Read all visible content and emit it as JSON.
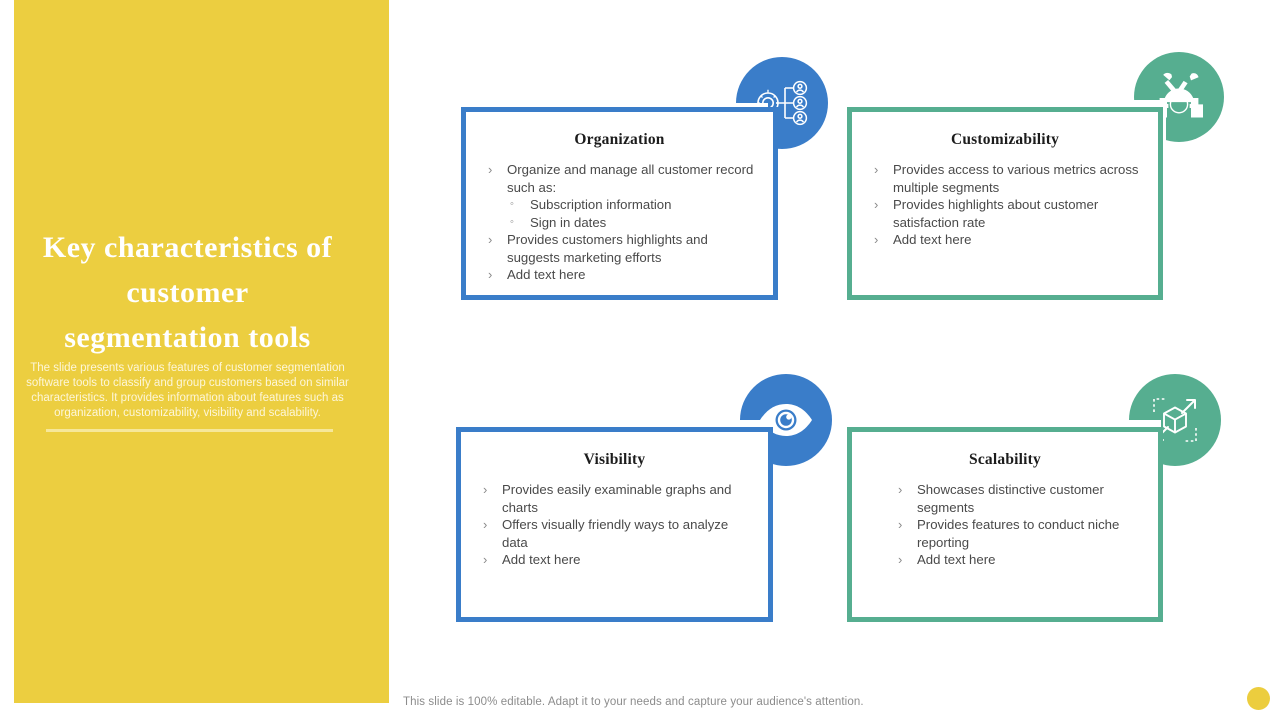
{
  "panel": {
    "title": "Key characteristics of customer segmentation tools",
    "title_lines": [
      "Key characteristics  of",
      "customer",
      "segmentation  tools"
    ],
    "description": "The slide presents various features of customer segmentation software tools to classify and group customers based on similar characteristics. It provides information about features such as organization, customizability, visibility and scalability.",
    "background_color": "#ECCE40",
    "title_color": "#FFFFFF"
  },
  "theme": {
    "blue": "#3A7DC9",
    "green": "#56AE90",
    "yellow": "#ECCE40",
    "text": "#4A4A4A"
  },
  "cards": [
    {
      "id": "organization",
      "title": "Organization",
      "accent": "#3A7DC9",
      "icon": "organization-chart-icon",
      "bullets": [
        {
          "level": 1,
          "marker": "›",
          "text": "Organize and manage all customer record such as:"
        },
        {
          "level": 2,
          "marker": "◦",
          "text": "Subscription information"
        },
        {
          "level": 2,
          "marker": "◦",
          "text": "Sign in dates"
        },
        {
          "level": 1,
          "marker": "›",
          "text": "Provides customers highlights and suggests marketing efforts"
        },
        {
          "level": 1,
          "marker": "›",
          "text": "Add text here"
        }
      ]
    },
    {
      "id": "customizability",
      "title": "Customizability",
      "accent": "#56AE90",
      "icon": "gear-tools-icon",
      "bullets": [
        {
          "level": 1,
          "marker": "›",
          "text": "Provides access to various metrics across multiple segments"
        },
        {
          "level": 1,
          "marker": "›",
          "text": "Provides highlights about customer satisfaction rate"
        },
        {
          "level": 1,
          "marker": "›",
          "text": "Add text here"
        }
      ]
    },
    {
      "id": "visibility",
      "title": "Visibility",
      "accent": "#3A7DC9",
      "icon": "eye-icon",
      "bullets": [
        {
          "level": 1,
          "marker": "›",
          "text": "Provides easily examinable graphs and charts"
        },
        {
          "level": 1,
          "marker": "›",
          "text": "Offers visually friendly ways to analyze data"
        },
        {
          "level": 1,
          "marker": "›",
          "text": "Add text here"
        }
      ]
    },
    {
      "id": "scalability",
      "title": "Scalability",
      "accent": "#56AE90",
      "icon": "scalable-cube-icon",
      "bullets": [
        {
          "level": 1,
          "marker": "›",
          "text": "Showcases distinctive customer segments"
        },
        {
          "level": 1,
          "marker": "›",
          "text": "Provides features to conduct niche reporting"
        },
        {
          "level": 1,
          "marker": "›",
          "text": "Add text here"
        }
      ]
    }
  ],
  "footer": {
    "note": "This slide is 100% editable. Adapt it to your needs and capture your audience's attention."
  }
}
